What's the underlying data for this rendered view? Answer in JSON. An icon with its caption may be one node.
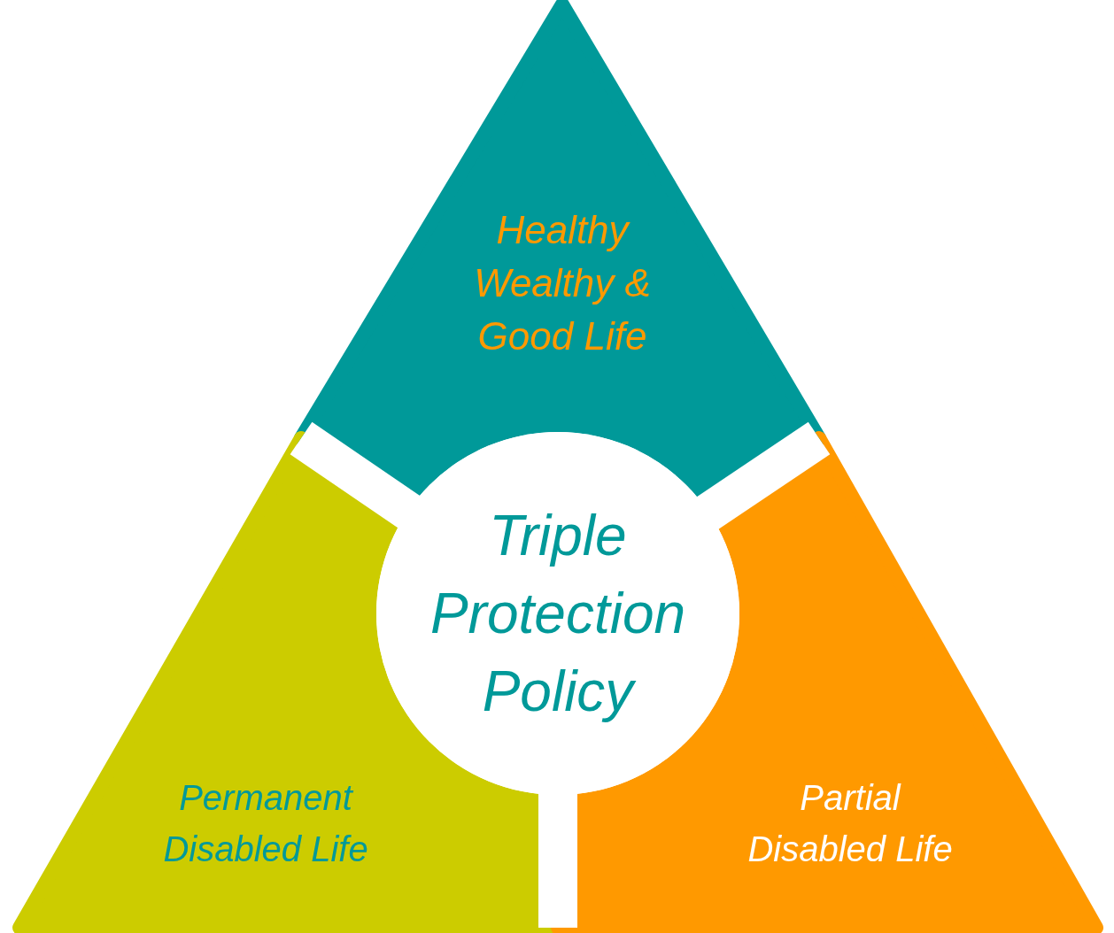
{
  "diagram": {
    "nodes": [
      {
        "text": [
          "Healthy Wealthy & Good Life"
        ]
      },
      {
        "text": [
          "Triple Protection Policy"
        ]
      },
      {
        "text": [
          "Permanent Disabled Life"
        ]
      },
      {
        "text": [
          "Partial Disabled Life"
        ]
      }
    ]
  }
}
